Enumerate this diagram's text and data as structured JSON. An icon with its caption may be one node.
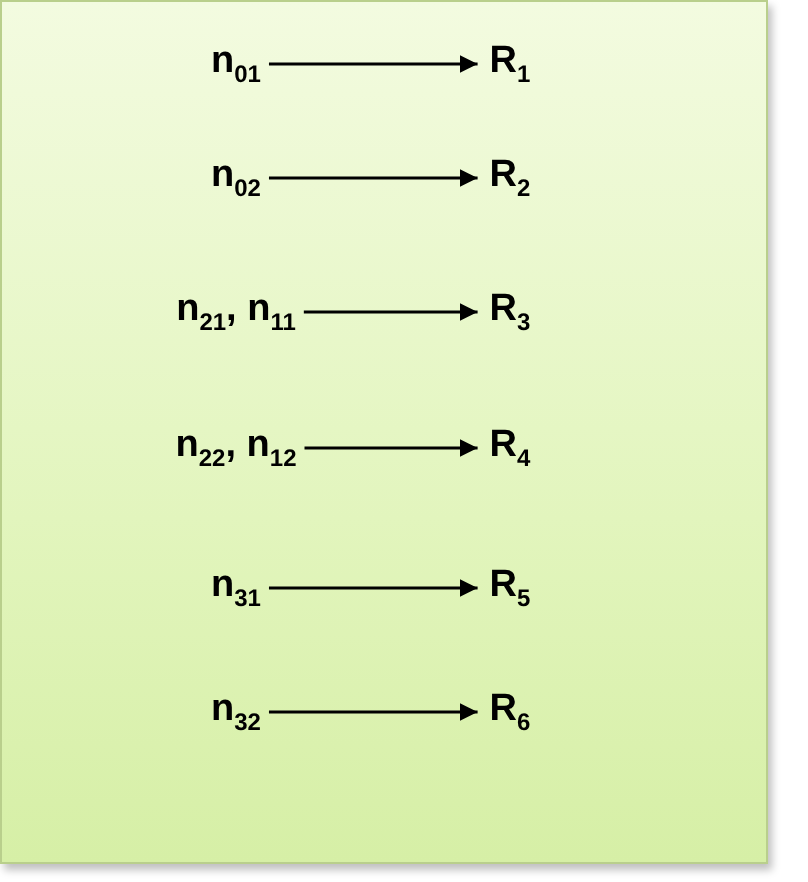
{
  "diagram": {
    "nodes": [
      {
        "text": [],
        "shape": "box"
      },
      {
        "text": [
          "n$_{01}$"
        ],
        "in": 0
      },
      {
        "text": [
          "R$_{1}$"
        ],
        "in": 0
      },
      {
        "text": [
          "n$_{02}$"
        ],
        "in": 0
      },
      {
        "text": [
          "R$_{2}$"
        ],
        "in": 0
      },
      {
        "text": [
          "n$_{21}$, n$_{11}$"
        ],
        "in": 0
      },
      {
        "text": [
          "R$_{3}$"
        ],
        "in": 0
      },
      {
        "text": [
          "n$_{22}$, n$_{12}$"
        ],
        "in": 0
      },
      {
        "text": [
          "R$_{4}$"
        ],
        "in": 0
      },
      {
        "text": [
          "n$_{31}$"
        ],
        "in": 0
      },
      {
        "text": [
          "R$_{5}$"
        ],
        "in": 0
      },
      {
        "text": [
          "n$_{32}$"
        ],
        "in": 0
      },
      {
        "text": [
          "R$_{6}$"
        ],
        "in": 0
      }
    ],
    "edges": [
      {
        "from": 1,
        "to": 2,
        "arrow": "to"
      },
      {
        "from": 3,
        "to": 4,
        "arrow": "to"
      },
      {
        "from": 5,
        "to": 6,
        "arrow": "to"
      },
      {
        "from": 7,
        "to": 8,
        "arrow": "to"
      },
      {
        "from": 9,
        "to": 10,
        "arrow": "to"
      },
      {
        "from": 11,
        "to": 12,
        "arrow": "to"
      }
    ]
  }
}
